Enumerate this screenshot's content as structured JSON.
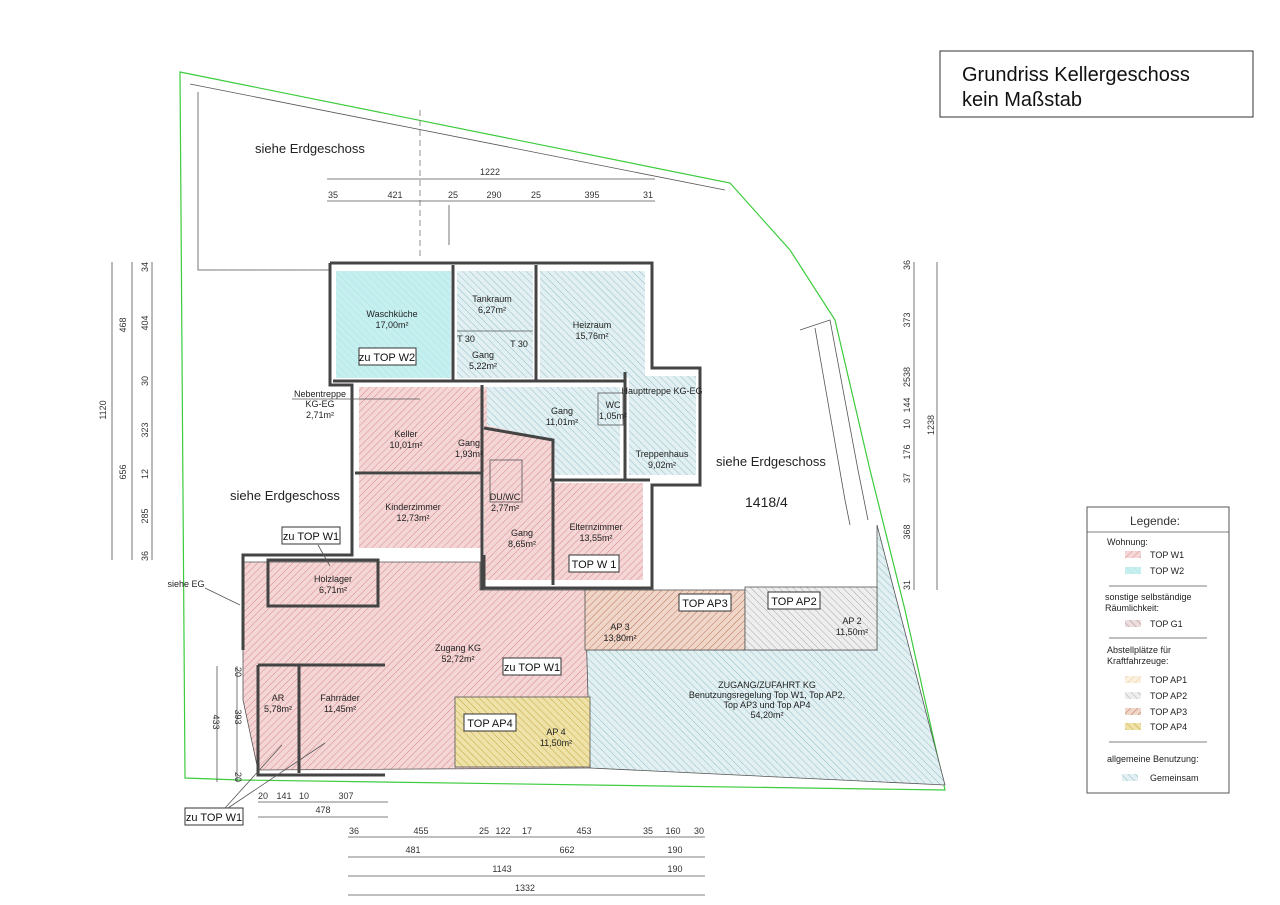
{
  "title": {
    "line1": "Grundriss Kellergeschoss",
    "line2": "kein Maßstab"
  },
  "parcel": "1418/4",
  "notes": {
    "siehe_eg_top": "siehe Erdgeschoss",
    "siehe_eg_left": "siehe Erdgeschoss",
    "siehe_eg_right": "siehe Erdgeschoss",
    "siehe_eg_short": "siehe EG",
    "t30a": "T 30",
    "t30b": "T 30"
  },
  "rooms": [
    {
      "name": "Waschküche",
      "area": "17,00m²"
    },
    {
      "name": "Tankraum",
      "area": "6,27m²"
    },
    {
      "name": "Gang",
      "area": "5,22m²"
    },
    {
      "name": "Heizraum",
      "area": "15,76m²"
    },
    {
      "name": "Gang",
      "area": "11,01m²"
    },
    {
      "name": "WC",
      "area": "1,05m²"
    },
    {
      "name": "Haupttreppe KG-EG",
      "area": ""
    },
    {
      "name": "Treppenhaus",
      "area": "9,02m²"
    },
    {
      "name": "Nebentreppe",
      "name2": "KG-EG",
      "area": "2,71m²"
    },
    {
      "name": "Keller",
      "area": "10,01m²"
    },
    {
      "name": "Gang",
      "area": "1,93m²"
    },
    {
      "name": "Kinderzimmer",
      "area": "12,73m²"
    },
    {
      "name": "DU/WC",
      "area": "2,77m²"
    },
    {
      "name": "Gang",
      "area": "8,65m²"
    },
    {
      "name": "Elternzimmer",
      "area": "13,55m²"
    },
    {
      "name": "Holzlager",
      "area": "6,71m²"
    },
    {
      "name": "Zugang KG",
      "area": "52,72m²"
    },
    {
      "name": "AR",
      "area": "5,78m²"
    },
    {
      "name": "Fahrräder",
      "area": "11,45m²"
    },
    {
      "name": "AP 4",
      "area": "11,50m²"
    },
    {
      "name": "AP 3",
      "area": "13,80m²"
    },
    {
      "name": "AP 2",
      "area": "11,50m²"
    },
    {
      "name": "ZUGANG/ZUFAHRT KG",
      "line2": "Benutzungsregelung Top W1, Top AP2,",
      "line3": "Top AP3 und Top AP4",
      "area": "54,20m²"
    }
  ],
  "tags": {
    "w2": "zu TOP W2",
    "w1a": "zu TOP W1",
    "w1b": "zu TOP W1",
    "w1c": "zu TOP W1",
    "topw1": "TOP W 1",
    "ap3": "TOP AP3",
    "ap2": "TOP AP2",
    "ap4": "TOP AP4"
  },
  "dims": {
    "top_total": "1222",
    "top": [
      "35",
      "421",
      "25",
      "290",
      "25",
      "395",
      "31"
    ],
    "left_total": "1120",
    "left_mid": [
      "468",
      "656"
    ],
    "left": [
      "34",
      "404",
      "30",
      "323",
      "12",
      "285",
      "36"
    ],
    "right_total": "1238",
    "right": [
      "36",
      "373",
      "2538",
      "144",
      "10",
      "176",
      "37",
      "368",
      "31"
    ],
    "bl_v": [
      "20",
      "393",
      "20"
    ],
    "bl_v_total": "433",
    "bl_h": [
      "20",
      "141",
      "10",
      "307"
    ],
    "bl_h_total": "478",
    "bottom_row1": [
      "36",
      "455",
      "25",
      "122",
      "17",
      "453",
      "35",
      "160",
      "30"
    ],
    "bottom_row2": [
      "481",
      "662",
      "190"
    ],
    "bottom_row3": [
      "1143",
      "190"
    ],
    "bottom_total": "1332"
  },
  "legend": {
    "title": "Legende:",
    "sections": [
      {
        "heading": "Wohnung:",
        "items": [
          {
            "label": "TOP W1",
            "color": "#e8a0a0"
          },
          {
            "label": "TOP W2",
            "color": "#8fdde0"
          }
        ]
      },
      {
        "heading": "sonstige selbständige",
        "heading2": "Räumlichkeit:",
        "items": [
          {
            "label": "TOP G1",
            "color": "#b08080"
          }
        ]
      },
      {
        "heading": "Abstellplätze für",
        "heading2": "Kraftfahrzeuge:",
        "items": [
          {
            "label": "TOP AP1",
            "color": "#f0c898"
          },
          {
            "label": "TOP AP2",
            "color": "#999999"
          },
          {
            "label": "TOP AP3",
            "color": "#b05a3a"
          },
          {
            "label": "TOP AP4",
            "color": "#c8a830"
          }
        ]
      },
      {
        "heading": "allgemeine Benutzung:",
        "items": [
          {
            "label": "Gemeinsam",
            "color": "#6aaac0"
          }
        ]
      }
    ]
  },
  "colors": {
    "w1": "#f2d2d2",
    "w2": "#c8f0f0",
    "common": "#d8ecef",
    "ap2": "#e8e8e8",
    "ap3": "#ecd0c0",
    "ap4": "#ece0a8",
    "boundary": "#3ccc3c"
  }
}
